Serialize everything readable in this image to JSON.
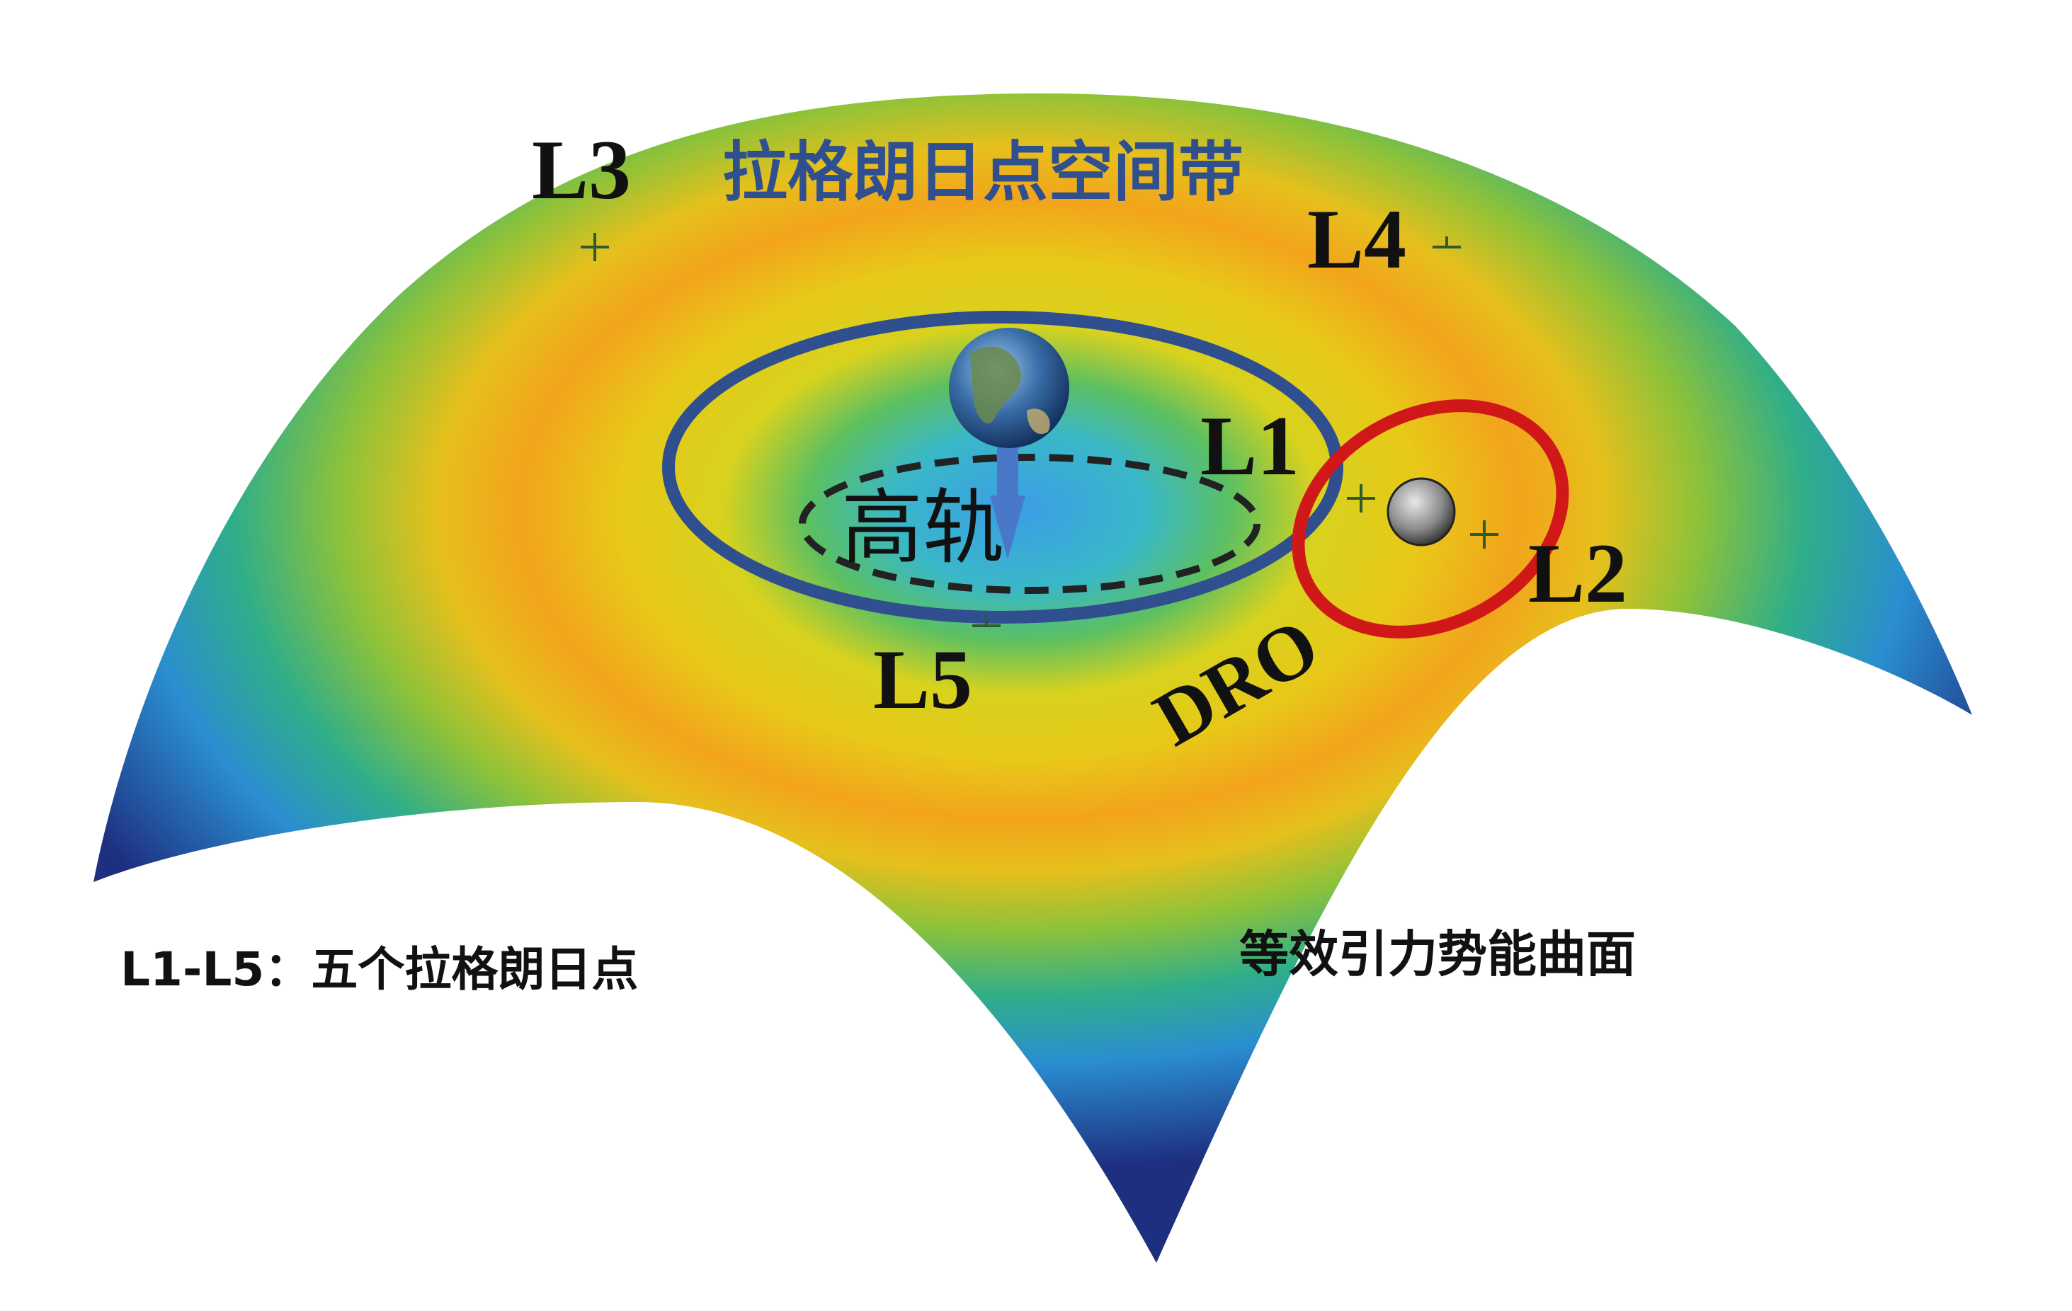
{
  "title": "拉格朗日点空间带",
  "points": {
    "L1": "L1",
    "L2": "L2",
    "L3": "L3",
    "L4": "L4",
    "L5": "L5"
  },
  "orbits": {
    "high_orbit": "高轨",
    "dro": "DRO"
  },
  "captions": {
    "points_legend": "L1-L5：五个拉格朗日点",
    "surface_label": "等效引力势能曲面"
  },
  "colors": {
    "high_orbit_ring": "#2f4f8f",
    "dro_ring": "#d01818",
    "title_text": "#2f4f8f",
    "surface_center": "#3aa0e0",
    "surface_ring": "#e8d020",
    "surface_edge": "#203080"
  },
  "icons": {
    "earth": "earth-icon",
    "moon": "moon-icon",
    "lagrange_marker": "cross-marker-icon"
  }
}
